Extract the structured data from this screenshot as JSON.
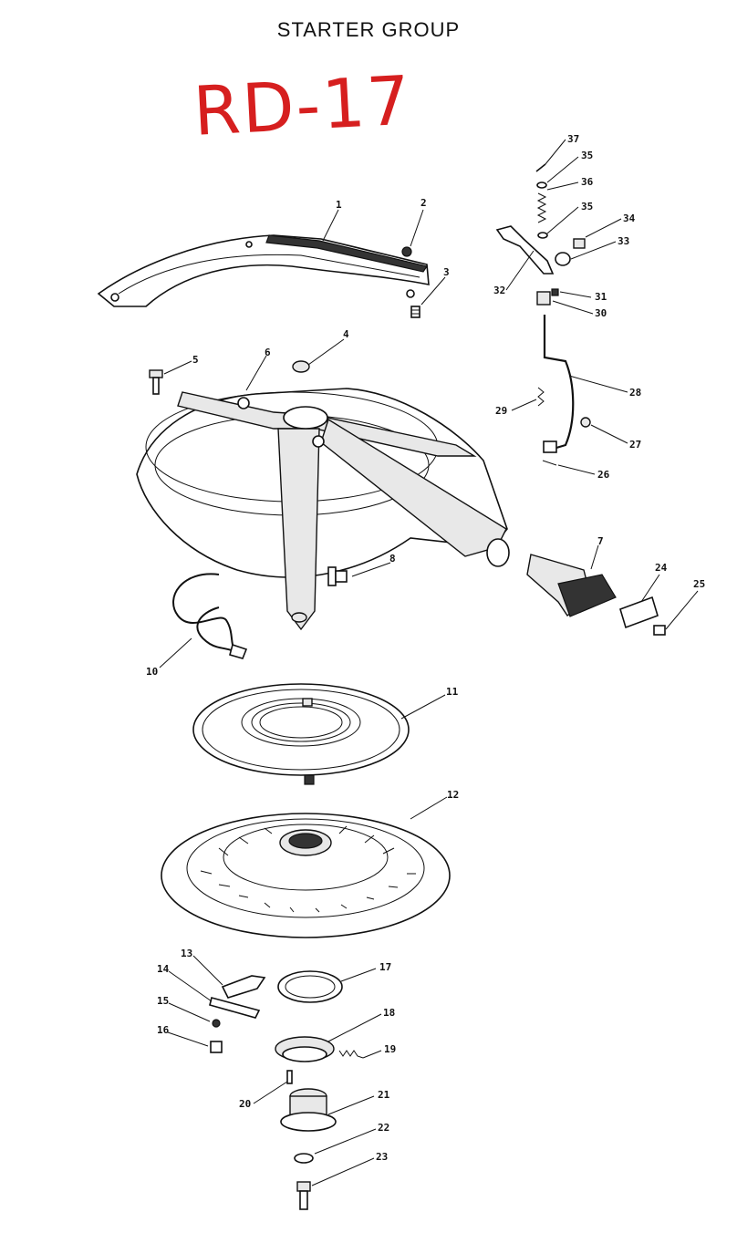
{
  "title": "STARTER GROUP",
  "model": "RD-17",
  "parts": [
    {
      "id": "1",
      "label": "1"
    },
    {
      "id": "2",
      "label": "2"
    },
    {
      "id": "3",
      "label": "3"
    },
    {
      "id": "4",
      "label": "4"
    },
    {
      "id": "5",
      "label": "5"
    },
    {
      "id": "6",
      "label": "6"
    },
    {
      "id": "7",
      "label": "7"
    },
    {
      "id": "8",
      "label": "8"
    },
    {
      "id": "10",
      "label": "10"
    },
    {
      "id": "11",
      "label": "11"
    },
    {
      "id": "12",
      "label": "12"
    },
    {
      "id": "13",
      "label": "13"
    },
    {
      "id": "14",
      "label": "14"
    },
    {
      "id": "15",
      "label": "15"
    },
    {
      "id": "16",
      "label": "16"
    },
    {
      "id": "17",
      "label": "17"
    },
    {
      "id": "18",
      "label": "18"
    },
    {
      "id": "19",
      "label": "19"
    },
    {
      "id": "20",
      "label": "20"
    },
    {
      "id": "21",
      "label": "21"
    },
    {
      "id": "22",
      "label": "22"
    },
    {
      "id": "23",
      "label": "23"
    },
    {
      "id": "24",
      "label": "24"
    },
    {
      "id": "25",
      "label": "25"
    },
    {
      "id": "26",
      "label": "26"
    },
    {
      "id": "27",
      "label": "27"
    },
    {
      "id": "28",
      "label": "28"
    },
    {
      "id": "29",
      "label": "29"
    },
    {
      "id": "30",
      "label": "30"
    },
    {
      "id": "31",
      "label": "31"
    },
    {
      "id": "32",
      "label": "32"
    },
    {
      "id": "33",
      "label": "33"
    },
    {
      "id": "34",
      "label": "34"
    },
    {
      "id": "35a",
      "label": "35"
    },
    {
      "id": "35b",
      "label": "35"
    },
    {
      "id": "36",
      "label": "36"
    },
    {
      "id": "37",
      "label": "37"
    }
  ]
}
